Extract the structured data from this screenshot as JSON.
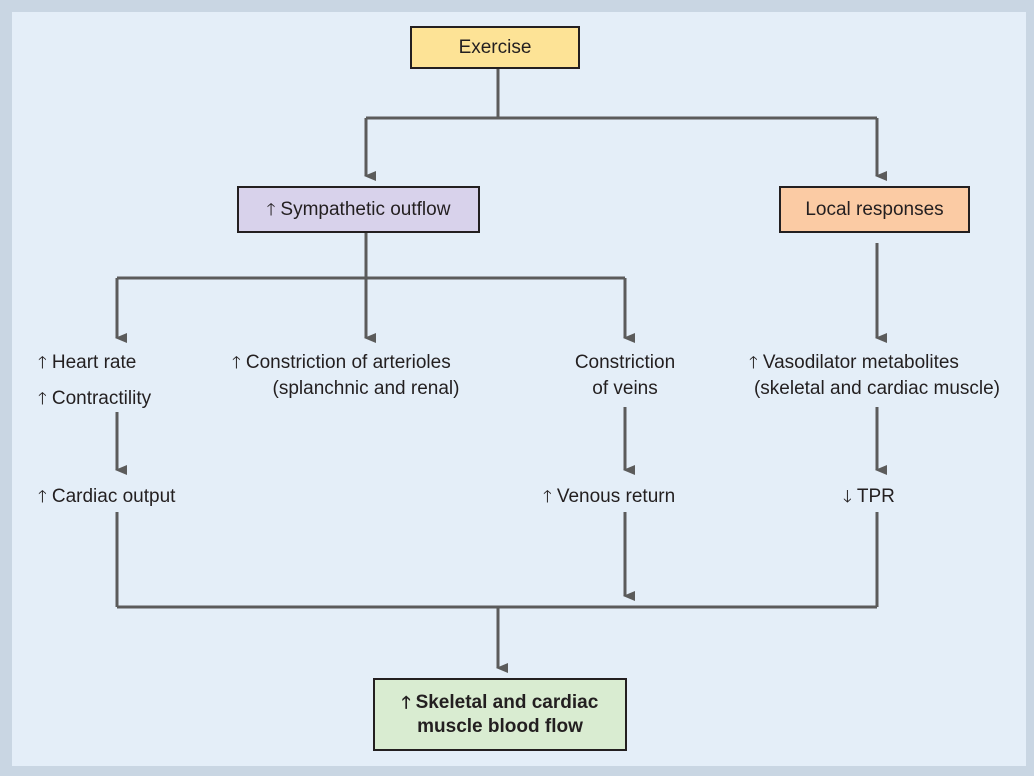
{
  "diagram": {
    "exercise": "Exercise",
    "sympathetic": "Sympathetic outflow",
    "local": "Local responses",
    "heart_rate": "Heart rate",
    "contractility": "Contractility",
    "cardiac_output": "Cardiac output",
    "arterioles_line1": "Constriction of arterioles",
    "arterioles_line2": "(splanchnic and renal)",
    "veins_line1": "Constriction",
    "veins_line2": "of veins",
    "venous_return": "Venous return",
    "vasodilator_line1": "Vasodilator metabolites",
    "vasodilator_line2": "(skeletal and cardiac muscle)",
    "tpr": "TPR",
    "result_line1": "Skeletal and cardiac",
    "result_line2": "muscle blood flow",
    "up_arrow": "🡑",
    "down_arrow": "🡓"
  },
  "colors": {
    "line": "#5b5b5b",
    "exercise_fill": "#fde396",
    "sympathetic_fill": "#d8d2eb",
    "local_fill": "#fbcba4",
    "result_fill": "#d9ecd1",
    "panel_fill": "#e4eef8",
    "frame": "#c9d6e3"
  }
}
